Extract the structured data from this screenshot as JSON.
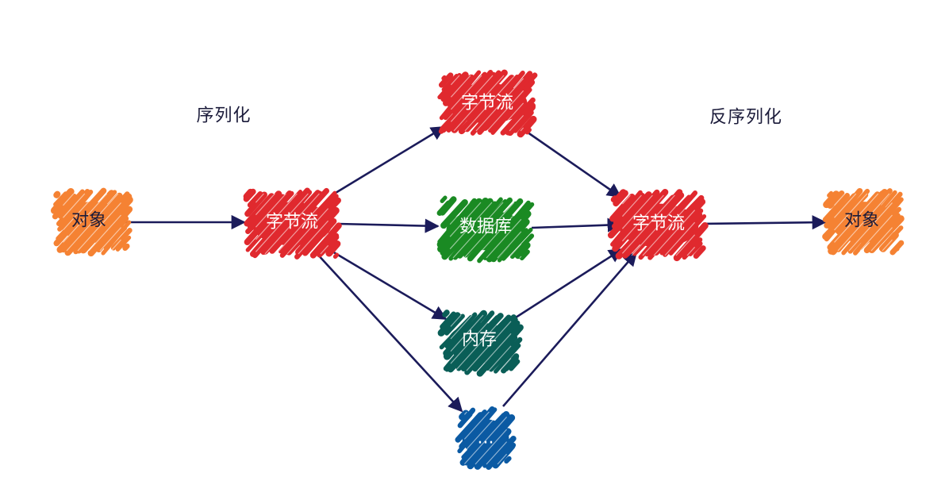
{
  "labels": {
    "serialize": "序列化",
    "deserialize": "反序列化"
  },
  "nodes": {
    "object_left": {
      "text": "对象",
      "color": "#f58233"
    },
    "bytes_left": {
      "text": "字节流",
      "color": "#e0292e"
    },
    "bytes_top": {
      "text": "字节流",
      "color": "#e0292e"
    },
    "database": {
      "text": "数据库",
      "color": "#1a8a23"
    },
    "memory": {
      "text": "内存",
      "color": "#0a5e57"
    },
    "ellipsis": {
      "text": "...",
      "color": "#0b5aa3"
    },
    "bytes_right": {
      "text": "字节流",
      "color": "#e0292e"
    },
    "object_right": {
      "text": "对象",
      "color": "#f58233"
    }
  },
  "edge_color": "#1b1b5a"
}
